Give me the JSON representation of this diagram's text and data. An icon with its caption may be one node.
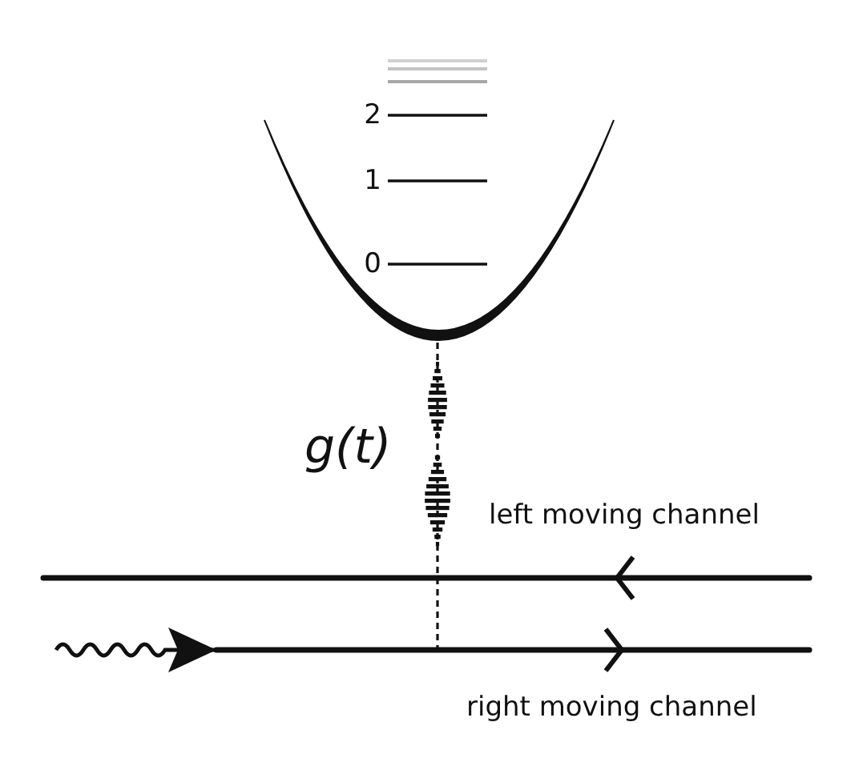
{
  "diagram": {
    "nodes": [
      {
        "text": [],
        "shape": "parabola"
      },
      {
        "text": [
          "left moving channel"
        ]
      },
      {
        "text": [
          "right moving channel"
        ]
      }
    ],
    "edges": [
      {
        "from": 0,
        "to": 2,
        "arrow": "none",
        "style": "dashed",
        "label": "g(t)"
      },
      {
        "from": null,
        "to": 2,
        "arrow": "to"
      }
    ],
    "labels": [
      "2",
      "1",
      "0"
    ]
  }
}
